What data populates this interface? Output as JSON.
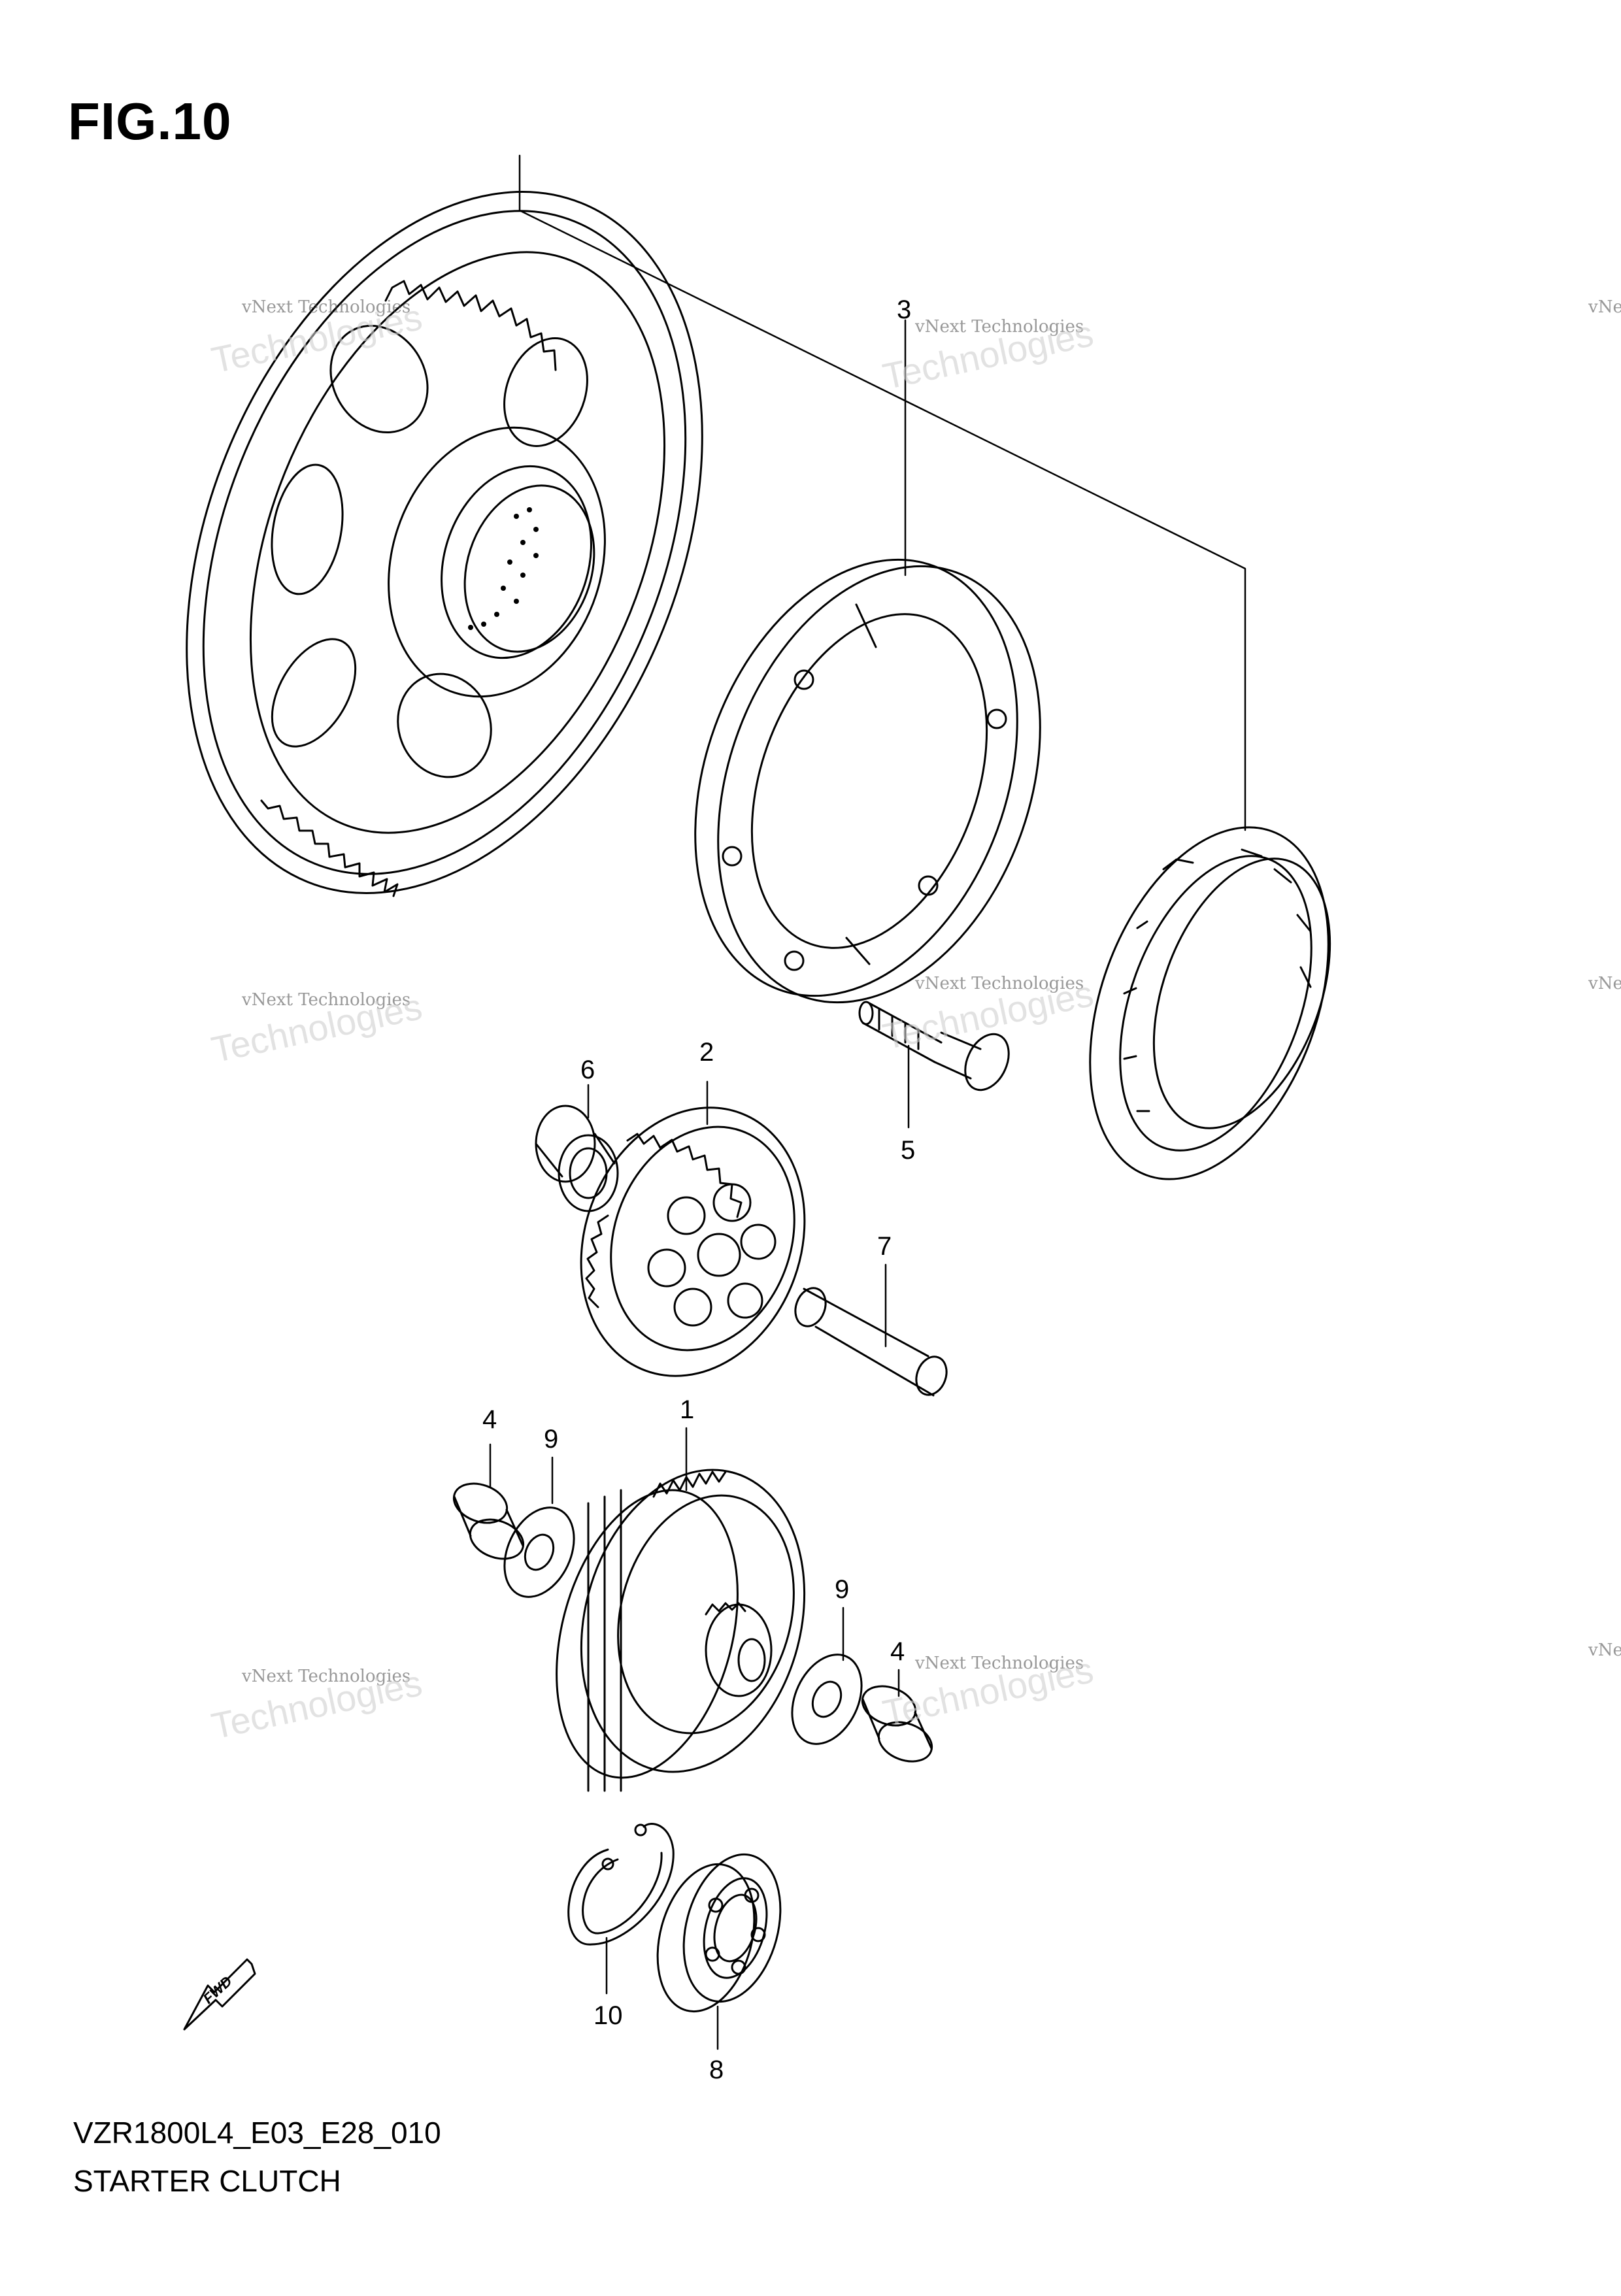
{
  "figure": {
    "title": "FIG.10"
  },
  "diagram_code": "VZR1800L4_E03_E28_010",
  "diagram_caption": "STARTER CLUTCH",
  "fwd_label": "FWD",
  "callouts": [
    "3",
    "6",
    "2",
    "5",
    "7",
    "1",
    "4",
    "9",
    "9",
    "4",
    "10",
    "8"
  ],
  "watermark": {
    "line1": "vNext Technologies",
    "line2": "Technologies",
    "line3": "vNext"
  }
}
